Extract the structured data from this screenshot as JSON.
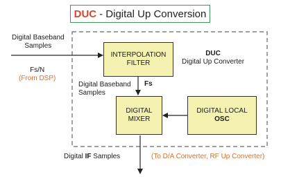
{
  "title": {
    "accent": "DUC",
    "rest": "- Digital Up Conversion"
  },
  "input_label": {
    "line1": "Digital Baseband",
    "line2": "Samples"
  },
  "fs_n_label": {
    "line1": "Fs/N",
    "line2": "(From DSP)"
  },
  "duc_label": {
    "line1": "DUC",
    "line2": "Digital Up Converter"
  },
  "interp_block": {
    "line1": "INTERPOLATION",
    "line2": "FILTER"
  },
  "mid_label": {
    "line1": "Digital Baseband",
    "line2": "Samples"
  },
  "fs_label": "Fs",
  "mixer_block": {
    "line1": "DIGITAL",
    "line2": "MIXER"
  },
  "lo_block": {
    "line1": "DIGITAL LOCAL",
    "line2": "OSC"
  },
  "output_label": {
    "pre": "Digital",
    "bold": "IF",
    "post": "Samples"
  },
  "output_note": "(To D/A Converter, RF Up Converter)",
  "colors": {
    "title_border": "#3a9a55",
    "accent": "#d9442a",
    "note": "#d9702a",
    "block_fill": "#f5f1b0",
    "dash": "#666666"
  }
}
